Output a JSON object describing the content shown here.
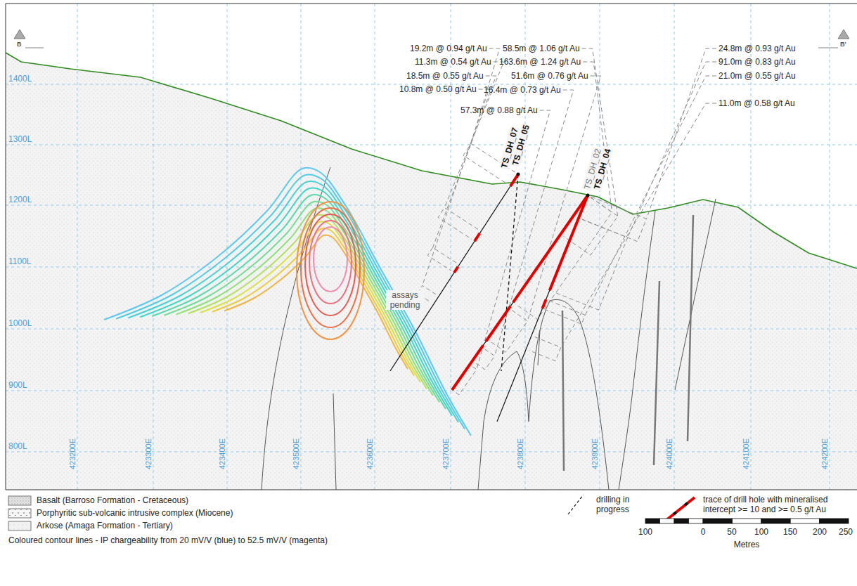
{
  "diagram": {
    "labels": [
      "B",
      "B'",
      "1400L",
      "1300L",
      "1200L",
      "1100L",
      "1000L",
      "900L",
      "800L",
      "423200E",
      "423300E",
      "423400E",
      "423500E",
      "423600E",
      "423700E",
      "423800E",
      "423900E",
      "424000E",
      "424100E",
      "424200E",
      "19.2m @ 0.94 g/t Au",
      "11.3m @ 0.54 g/t Au",
      "18.5m @ 0.55 g/t Au",
      "10.8m @ 0.50 g/t Au",
      "58.5m @ 1.06 g/t Au",
      "163.6m @ 1.24 g/t Au",
      "51.6m @ 0.76 g/t Au",
      "16.4m @ 0.73 g/t Au",
      "57.3m @ 0.88 g/t Au",
      "24.8m @ 0.93 g/t Au",
      "91.0m @ 0.83 g/t Au",
      "21.0m @ 0.55 g/t Au",
      "11.0m @ 0.58 g/t Au",
      "TS_DH_07",
      "TS_DH_05",
      "TS_DH_02",
      "TS_DH_04",
      "assays pending",
      "100",
      "0",
      "50",
      "100",
      "150",
      "200",
      "250",
      "Metres"
    ],
    "legend": [
      {
        "text": "Basalt (Barroso Formation - Cretaceous)"
      },
      {
        "text": "Porphyritic sub-volcanic intrusive complex (Miocene)"
      },
      {
        "text": "Arkose (Amaga Formation - Tertiary)"
      },
      {
        "text": "Coloured contour lines - IP chargeability from 20 mV/V (blue) to 52.5 mV/V (magenta)"
      },
      {
        "text": "drilling in progress"
      },
      {
        "text": "trace of drill hole with mineralised intercept >= 10 and >= 0.5 g/t Au"
      }
    ]
  }
}
